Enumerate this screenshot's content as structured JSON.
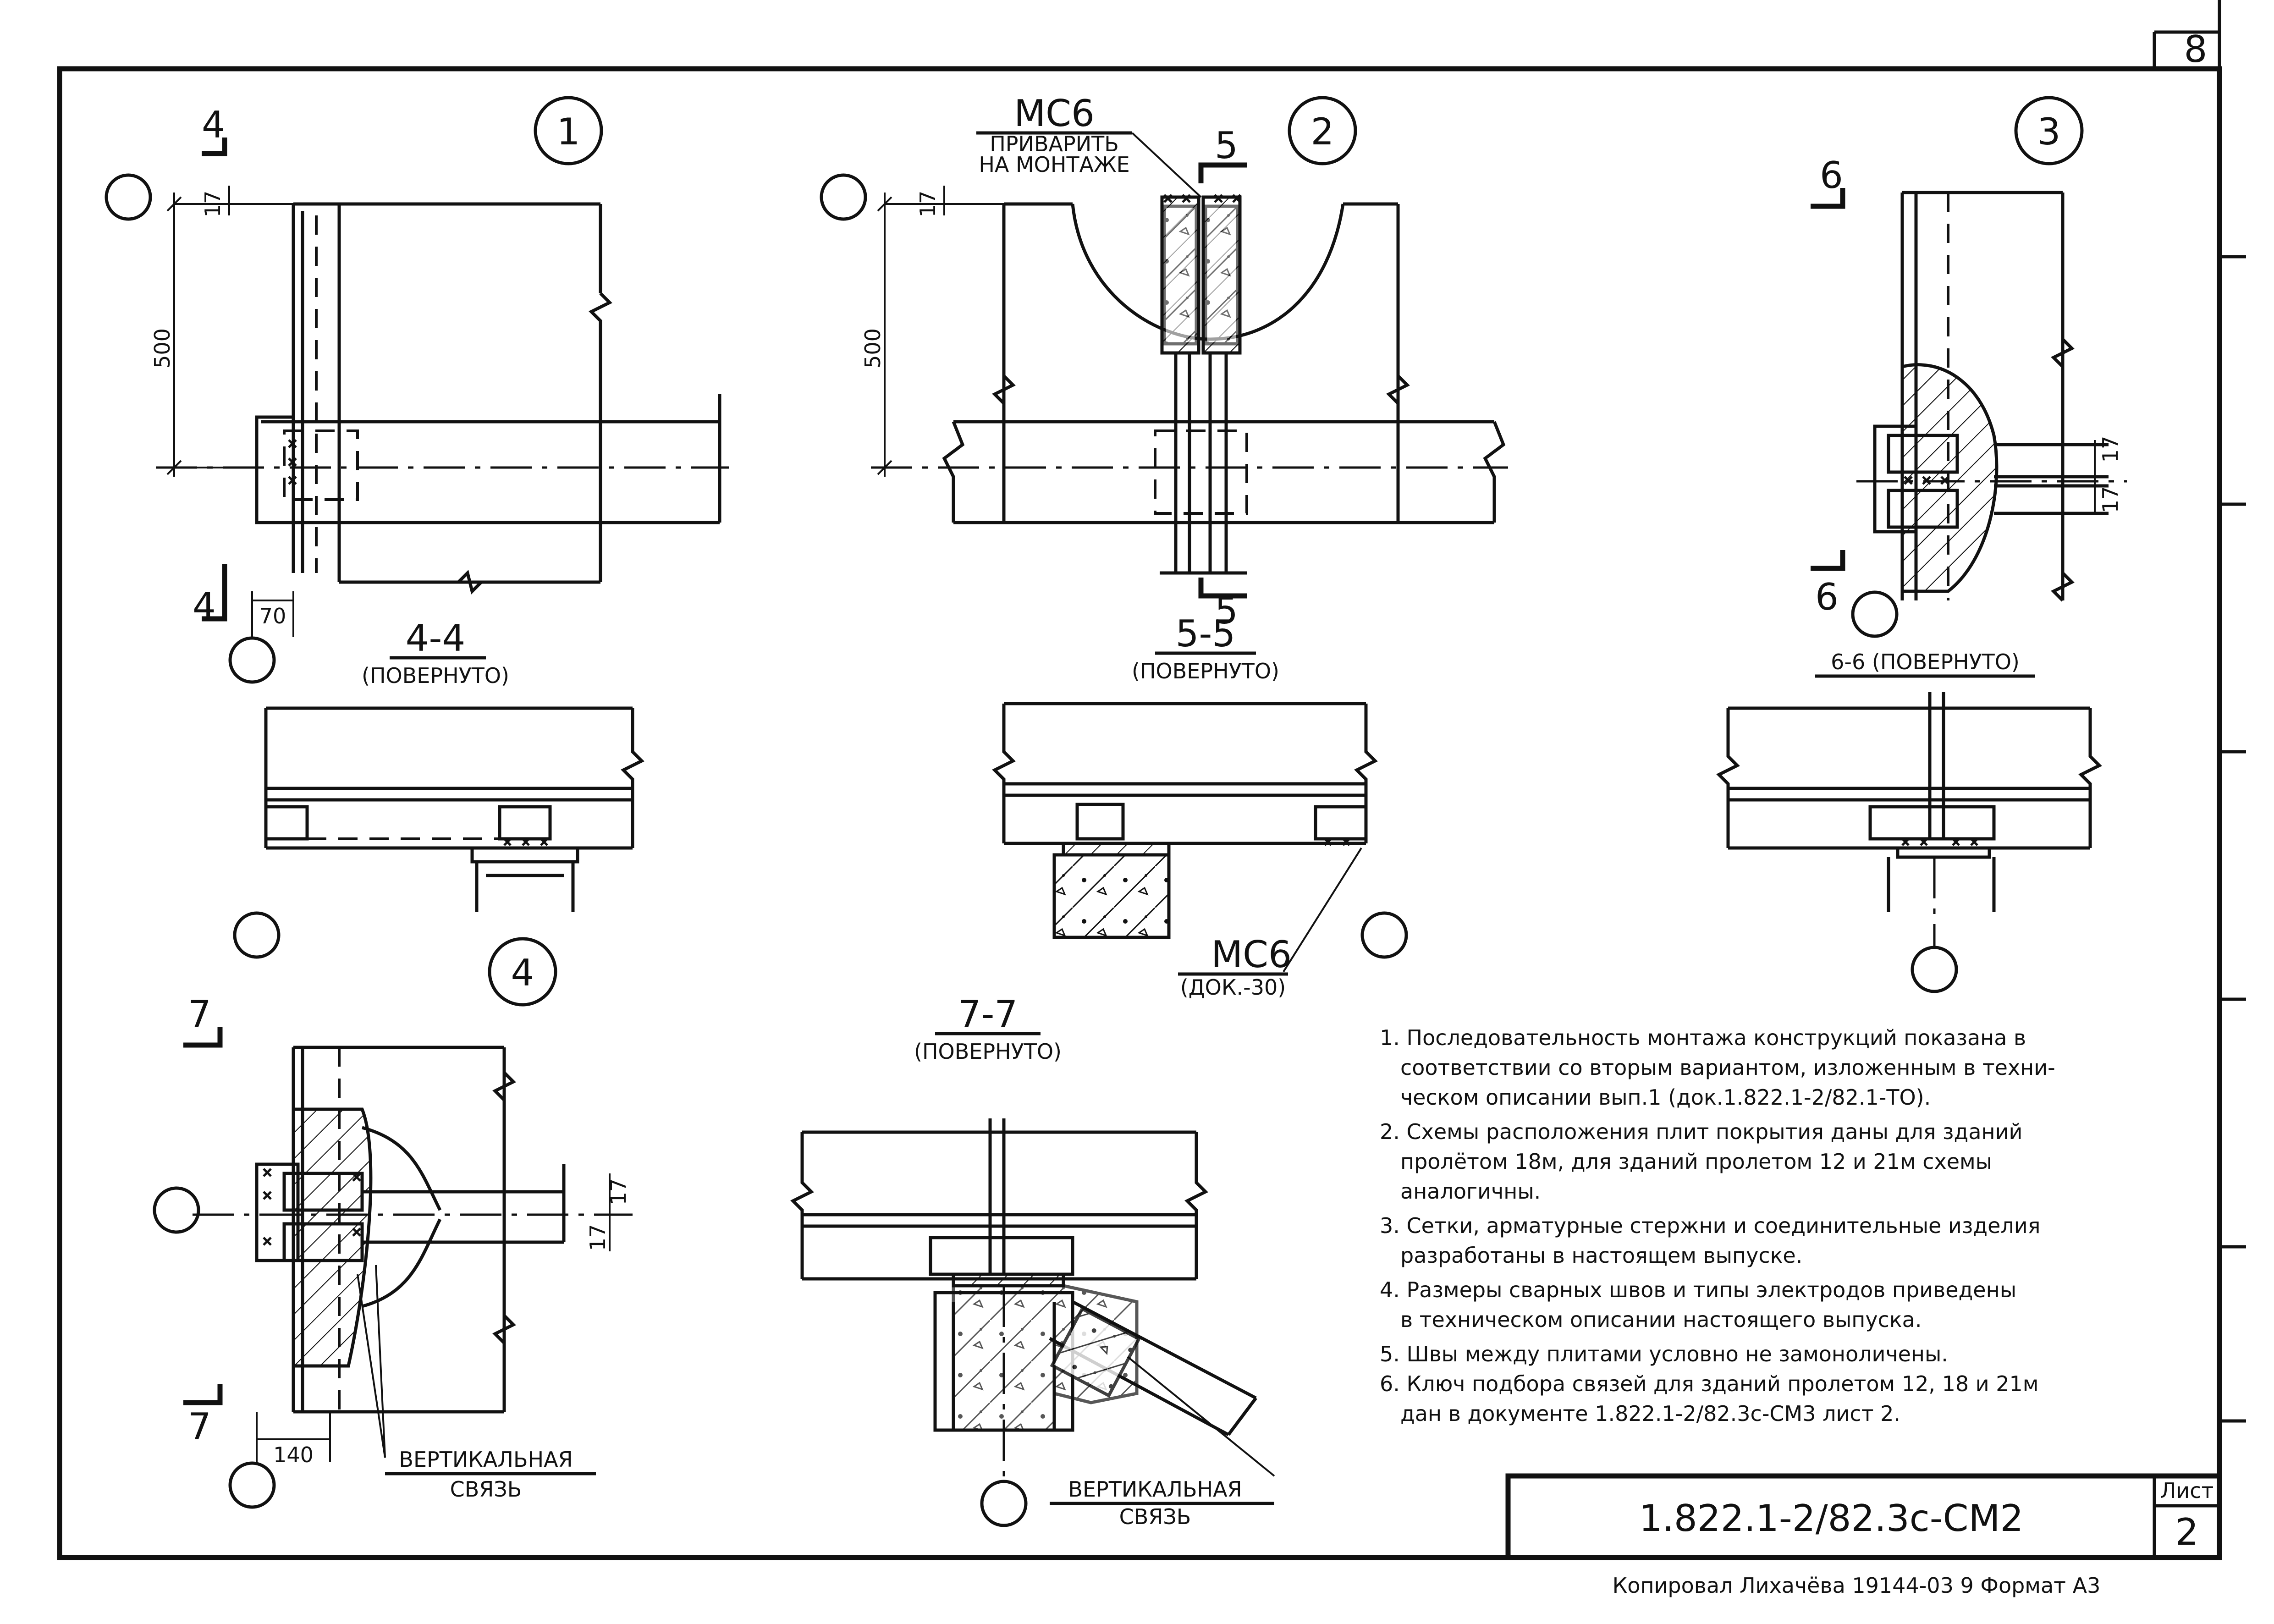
{
  "details": {
    "d1": {
      "number": "1",
      "section_top": "4",
      "section_bottom": "4",
      "dim_vert": "500",
      "dim_small": "17",
      "dim_bottom": "70"
    },
    "d2": {
      "number": "2",
      "mark": "МС6",
      "note_line1": "ПРИВАРИТЬ",
      "note_line2": "НА МОНТАЖЕ",
      "section_top": "5",
      "section_bottom": "5",
      "dim_vert": "500",
      "dim_small": "17"
    },
    "d3": {
      "number": "3",
      "section_top": "6",
      "section_bottom": "6",
      "dim_a": "17",
      "dim_b": "17"
    },
    "d4": {
      "number": "4",
      "section_top": "7",
      "section_bottom": "7",
      "dim_a": "17",
      "dim_b": "17",
      "dim_bottom": "140",
      "label_line1": "ВЕРТИКАЛЬНАЯ",
      "label_line2": "СВЯЗЬ"
    }
  },
  "sections": {
    "s44": {
      "title": "4-4",
      "subtitle": "(ПОВЕРНУТО)"
    },
    "s55": {
      "title": "5-5",
      "subtitle": "(ПОВЕРНУТО)",
      "mark": "МС6",
      "mark_ref": "(ДОК.-30)"
    },
    "s66": {
      "title": "6-6 (ПОВЕРНУТО)"
    },
    "s77": {
      "title": "7-7",
      "subtitle": "(ПОВЕРНУТО)",
      "label_line1": "ВЕРТИКАЛЬНАЯ",
      "label_line2": "СВЯЗЬ"
    }
  },
  "notes": [
    "1. Последовательность монтажа конструкций показана в",
    "соответствии со вторым вариантом, изложенным в техни-",
    "ческом описании вып.1 (док.1.822.1-2/82.1-ТО).",
    "2. Схемы расположения плит покрытия даны для зданий",
    "пролётом 18м, для зданий пролетом 12 и 21м схемы",
    "аналогичны.",
    "3. Сетки, арматурные стержни и соединительные изделия",
    "разработаны в настоящем выпуске.",
    "4. Размеры сварных швов и типы электродов приведены",
    "в техническом описании настоящего выпуска.",
    "5. Швы между плитами условно не замоноличены.",
    "6. Ключ подбора связей для зданий пролетом 12, 18 и 21м",
    "дан в документе 1.822.1-2/82.3с-СМ3 лист 2."
  ],
  "title_block": {
    "designation": "1.822.1-2/82.3с-СМ2",
    "sheet_label": "Лист",
    "sheet_number": "2"
  },
  "corner_number": "8",
  "footer": "Копировал Лихачёва 19144-03 9 Формат А3"
}
